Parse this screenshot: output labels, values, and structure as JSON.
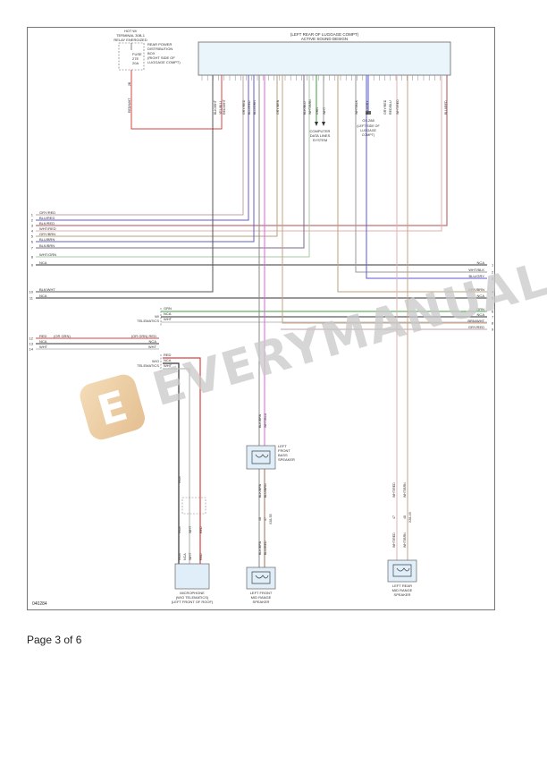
{
  "amplifier": {
    "title": "(LEFT REAR OF LUGGAGE COMPT)",
    "name": "ACTIVE SOUND DESIGN"
  },
  "fuse_block": {
    "header": [
      "HOT W/",
      "TERMINAL 30B-1",
      "RELAY ENERGIZED"
    ],
    "fuse_label": "FUSE",
    "fuse_id": "27E",
    "fuse_rating": "20A",
    "note": [
      "REAR POWER",
      "DISTRIBUTION",
      "BOX",
      "(RIGHT SIDE OF",
      "LUGGAGE COMPT)"
    ],
    "pin": "2B",
    "wire": "RED/WHT"
  },
  "amp_wires": [
    "BLK/WHT",
    "YEL/BLU",
    "RED/WHT",
    "GRY/RED",
    "BLU/RED",
    "BLU/GRN",
    "GRY/BRN",
    "GRN",
    "WHT",
    "BLK/BLU",
    "WHT/BRN",
    "WHT/BLK",
    "BLU/GRY",
    "GRY/RED",
    "RED/BLU",
    "WHT/RED",
    "BLU/RED"
  ],
  "computer_data": [
    "COMPUTER",
    "DATA LINES",
    "SYSTEM"
  ],
  "ground": {
    "label": "(LEFT SIDE OF LUGGAGE COMPT)",
    "id": "G9-288",
    "wire": "BLU"
  },
  "left_bus": [
    {
      "num": "1",
      "label": "GRY/RED"
    },
    {
      "num": "2",
      "label": "BLU/RED"
    },
    {
      "num": "3",
      "label": "BLK/RED"
    },
    {
      "num": "4",
      "label": "WHT/RED"
    },
    {
      "num": "5",
      "label": "GRY/BRN"
    },
    {
      "num": "6",
      "label": "BLU/BRN"
    },
    {
      "num": "7",
      "label": "BLK/BRN"
    },
    {
      "num": "8",
      "label": "WHT/GRN"
    },
    {
      "num": "9",
      "label": "NCA"
    },
    {
      "num": "10",
      "label": "BLK/WHT"
    },
    {
      "num": "11",
      "label": "NCA"
    }
  ],
  "right_bus": [
    {
      "num": "1",
      "label": "NCA"
    },
    {
      "num": "2",
      "label": "WHT/BLK"
    },
    {
      "num": "3",
      "label": "BLU/GRY"
    },
    {
      "num": "4",
      "label": "GRY/BRN"
    },
    {
      "num": "5",
      "label": "NCA"
    },
    {
      "num": "6",
      "label": "GRN"
    },
    {
      "num": "7",
      "label": "NCA"
    },
    {
      "num": "8",
      "label": "BRN/WHT"
    },
    {
      "num": "9",
      "label": "GRY/RED"
    }
  ],
  "telematics_w": {
    "label": "W/ TELEMATICS",
    "wires": [
      "GRN",
      "NCA",
      "WHT"
    ]
  },
  "telematics_wo": {
    "label": "W/O TELEMATICS",
    "wires": [
      "RED",
      "NCA",
      "WHT"
    ]
  },
  "aux_lines": [
    {
      "num": "12",
      "left": "RED",
      "note": "(OR GRN)",
      "right": "(OR GRN) RED"
    },
    {
      "num": "13",
      "left": "NCA",
      "right": "NCA"
    },
    {
      "num": "14",
      "left": "WHT",
      "right": "WHT"
    }
  ],
  "components": {
    "bass_speaker": [
      "LEFT",
      "FRONT",
      "BASS",
      "SPEAKER"
    ],
    "mid_speaker": [
      "LEFT FRONT",
      "MID RANGE",
      "SPEAKER"
    ],
    "rear_speaker": [
      "LEFT REAR",
      "MID RANGE",
      "SPEAKER"
    ],
    "microphone": [
      "MICROPHONE",
      "(W/O TELEMATICS)",
      "(LEFT FRONT OF ROOF)"
    ]
  },
  "speaker_wires": {
    "bass_top": [
      "BLK/BRN",
      "WHT/BLU"
    ],
    "bass_bottom": [
      "BLK/BRN",
      "BLU/BRN"
    ],
    "mid_bottom": [
      "BLK/BRN",
      "BLU/RED"
    ],
    "mid_pins": [
      "48",
      "47"
    ],
    "mid_conn": "X38-55",
    "rear_top": [
      "WHT/RED",
      "WHT/BRN"
    ],
    "rear_pins": [
      "47",
      "48"
    ],
    "rear_conn": "X38-49",
    "rear_bottom": [
      "WHT/RED",
      "WHT/BRN"
    ],
    "mic_top": "NCA",
    "mic_pins": [
      "NCA",
      "WHT",
      "RED"
    ],
    "mic_bottom": [
      "NCA",
      "NCA",
      "WHT",
      "RED"
    ]
  },
  "fig_code": "040284",
  "footer": "Page 3 of 6",
  "watermark": {
    "text": "EVERYMANUALS.COM",
    "logo_letter": "E"
  }
}
